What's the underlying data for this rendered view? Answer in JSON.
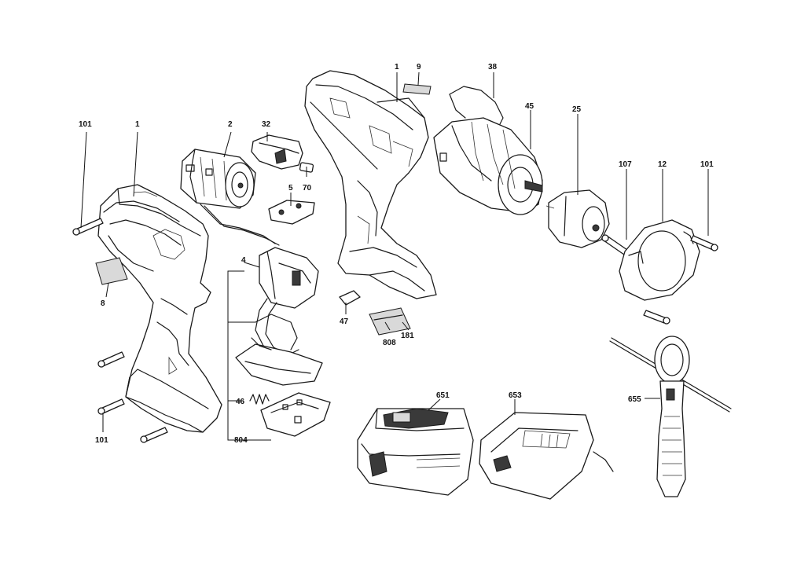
{
  "callouts": [
    {
      "id": "lbl-101-a",
      "text": "101"
    },
    {
      "id": "lbl-1-a",
      "text": "1"
    },
    {
      "id": "lbl-2",
      "text": "2"
    },
    {
      "id": "lbl-32",
      "text": "32"
    },
    {
      "id": "lbl-5",
      "text": "5"
    },
    {
      "id": "lbl-70",
      "text": "70"
    },
    {
      "id": "lbl-1-b",
      "text": "1"
    },
    {
      "id": "lbl-9",
      "text": "9"
    },
    {
      "id": "lbl-38",
      "text": "38"
    },
    {
      "id": "lbl-45",
      "text": "45"
    },
    {
      "id": "lbl-25",
      "text": "25"
    },
    {
      "id": "lbl-107",
      "text": "107"
    },
    {
      "id": "lbl-12",
      "text": "12"
    },
    {
      "id": "lbl-101-b",
      "text": "101"
    },
    {
      "id": "lbl-8",
      "text": "8"
    },
    {
      "id": "lbl-4",
      "text": "4"
    },
    {
      "id": "lbl-47",
      "text": "47"
    },
    {
      "id": "lbl-808",
      "text": "808"
    },
    {
      "id": "lbl-181",
      "text": "181"
    },
    {
      "id": "lbl-101-c",
      "text": "101"
    },
    {
      "id": "lbl-46",
      "text": "46"
    },
    {
      "id": "lbl-804",
      "text": "804"
    },
    {
      "id": "lbl-651",
      "text": "651"
    },
    {
      "id": "lbl-653",
      "text": "653"
    },
    {
      "id": "lbl-655",
      "text": "655"
    }
  ],
  "colors": {
    "line": "#1a1a1a",
    "fill": "#ffffff",
    "shade": "#d9d9d9"
  }
}
